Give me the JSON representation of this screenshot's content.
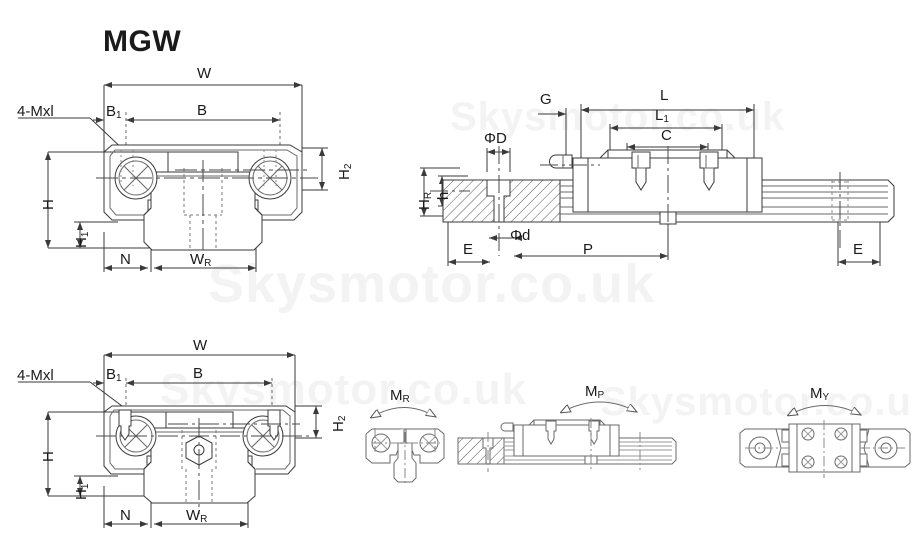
{
  "title": "MGW",
  "watermark": "Skysmotor.co.uk",
  "views": {
    "top_left": {
      "name": "front-section-view-standard-block",
      "labels": {
        "screw_note": "4-Mxl",
        "width_overall": "W",
        "b1": "B1",
        "b": "B",
        "h2": "H2",
        "h": "H",
        "h1": "H1",
        "n": "N",
        "wr": "WR"
      }
    },
    "top_right": {
      "name": "side-section-view-rail-and-block",
      "labels": {
        "g": "G",
        "l": "L",
        "l1": "L1",
        "c": "C",
        "phi_d_big": "ΦD",
        "phi_d_small": "Φd",
        "hr": "HR",
        "h_small": "h",
        "e_left": "E",
        "p": "P",
        "e_right": "E"
      }
    },
    "bottom_left": {
      "name": "front-section-view-flanged-block",
      "labels": {
        "screw_note": "4-Mxl",
        "width_overall": "W",
        "b1": "B1",
        "b": "B",
        "h2": "H2",
        "h": "H",
        "h1": "H1",
        "n": "N",
        "wr": "WR"
      }
    },
    "moments": [
      {
        "id": "mr",
        "label": "MR",
        "name": "moment-roll-diagram"
      },
      {
        "id": "mp",
        "label": "MP",
        "name": "moment-pitch-diagram"
      },
      {
        "id": "my",
        "label": "MY",
        "name": "moment-yaw-diagram"
      }
    ]
  },
  "colors": {
    "line": "#3a3a3a",
    "thin": "#6a6a6a",
    "hatch": "#555555",
    "text": "#1a1a1a",
    "watermark": "#f3f3f3",
    "background": "#ffffff"
  }
}
